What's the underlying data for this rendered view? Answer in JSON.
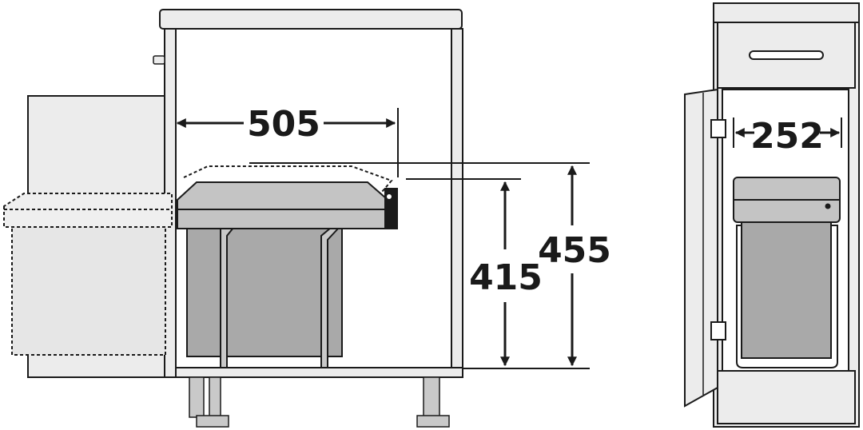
{
  "diagram": {
    "dimensions": {
      "depth": "505",
      "bin_height": "415",
      "clearance_height": "455",
      "width": "252"
    },
    "colors": {
      "outline": "#1a1a1a",
      "panel": "#ececec",
      "bin": "#a9a9a9",
      "lid": "#c4c4c4",
      "ghost": "#e6e6e6"
    }
  }
}
